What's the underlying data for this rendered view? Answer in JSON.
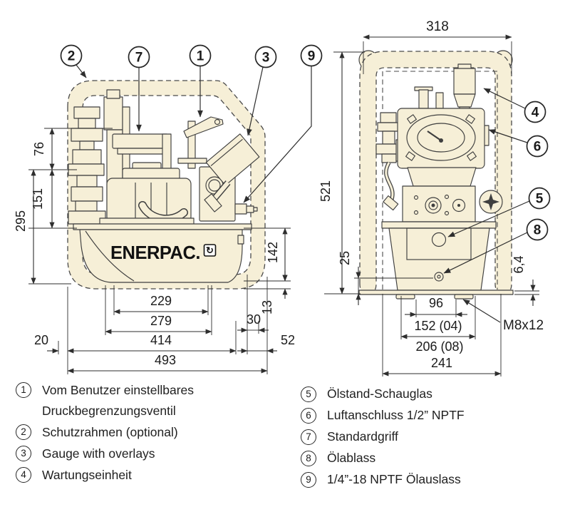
{
  "colors": {
    "highlight_cream": "#f6efd7",
    "line": "#3f3f3f",
    "text": "#1b1b1b",
    "background": "#ffffff"
  },
  "brand": {
    "logo_text": "ENERPAC.",
    "logo_mark_icon": "↻"
  },
  "dims": {
    "left": {
      "d76": "76",
      "d151": "151",
      "d295": "295",
      "d142": "142",
      "d13": "13",
      "d20": "20",
      "d30": "30",
      "d52": "52",
      "d229": "229",
      "d279": "279",
      "d414": "414",
      "d493": "493"
    },
    "right": {
      "d318": "318",
      "d521": "521",
      "d25": "25",
      "d64": "6,4",
      "d96": "96",
      "d152": "152 (04)",
      "d206": "206 (08)",
      "d241": "241",
      "m8": "M8x12"
    }
  },
  "callouts": {
    "c1": "1",
    "c2": "2",
    "c3": "3",
    "c4": "4",
    "c5": "5",
    "c6": "6",
    "c7": "7",
    "c8": "8",
    "c9": "9"
  },
  "legend": {
    "left": [
      {
        "num": "1",
        "text": "Vom Benutzer einstellbares\nDruckbegrenzungsventil"
      },
      {
        "num": "2",
        "text": "Schutzrahmen (optional)"
      },
      {
        "num": "3",
        "text": "Gauge with overlays"
      },
      {
        "num": "4",
        "text": "Wartungseinheit"
      }
    ],
    "right": [
      {
        "num": "5",
        "text": "Ölstand-Schauglas"
      },
      {
        "num": "6",
        "text": "Luftanschluss 1/2” NPTF"
      },
      {
        "num": "7",
        "text": "Standardgriff"
      },
      {
        "num": "8",
        "text": "Ölablass"
      },
      {
        "num": "9",
        "text": "1/4”-18 NPTF Ölauslass"
      }
    ]
  }
}
